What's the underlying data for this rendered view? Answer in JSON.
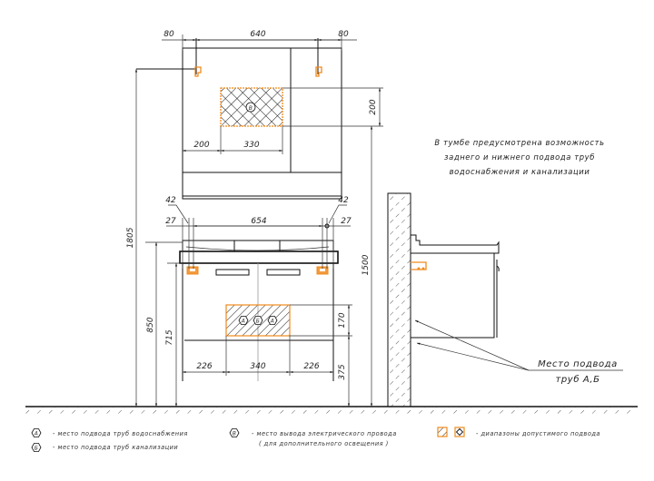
{
  "drawing": {
    "type": "installation-drawing",
    "subject": "vanity unit with mirror cabinet",
    "accent_color": "#f08a1c",
    "line_color": "#111111"
  },
  "dimensions": {
    "mirror_left_margin": "80",
    "mirror_width": "640",
    "mirror_right_margin": "80",
    "mirror_zone_height": "200",
    "mirror_zone_offset": "200",
    "mirror_zone_width": "330",
    "top_height": "1805",
    "basin_left_edge": "27",
    "basin_left_hole": "42",
    "basin_width": "654",
    "basin_right_hole": "42",
    "basin_right_edge": "27",
    "counter_height": "850",
    "cabinet_height": "715",
    "zone_height": "170",
    "zone_floor_offset": "375",
    "zone_left": "226",
    "zone_width": "340",
    "zone_right": "226",
    "mirror_mount_height": "1500"
  },
  "zone_markers": {
    "pipe_a_left": "А",
    "drain_b": "Б",
    "pipe_a_right": "А",
    "electric_v": "В"
  },
  "notes": {
    "cabinet_note": [
      "В тумбе предусмотрена возможность",
      "заднего и нижнего подвода труб",
      "водоснабжения и канализации"
    ],
    "callout": [
      "Место подвода",
      "труб А,Б"
    ]
  },
  "legend": {
    "items": [
      {
        "symbol": "А",
        "text": "- место подвода труб водоснабжения"
      },
      {
        "symbol": "Б",
        "text": "- место подвода труб канализации"
      },
      {
        "symbol": "В",
        "text": "- место вывода электрического провода",
        "text2": "( для дополнительного освещения )"
      },
      {
        "symbol": "hatch-zones",
        "text": "- диапазоны допустимого подвода"
      }
    ]
  }
}
